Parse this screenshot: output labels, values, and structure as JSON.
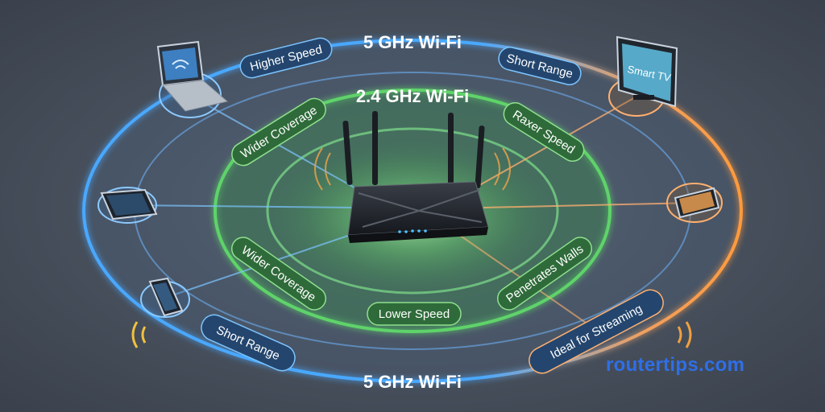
{
  "rings": {
    "outer_top_label": "5 GHz Wi-Fi",
    "inner_top_label": "2.4 GHz Wi-Fi",
    "outer_bottom_label": "5 GHz Wi-Fi"
  },
  "badges": {
    "higher_speed": "Higher Speed",
    "short_range_top": "Short Range",
    "wider_coverage_top": "Wider Coverage",
    "raxer_speed": "Raxer Speed",
    "wider_coverage_bottom": "Wider Coverage",
    "lower_speed": "Lower Speed",
    "penetrates_walls": "Penetrates Walls",
    "short_range_bottom": "Short Range",
    "ideal_streaming": "Ideal for Streaming"
  },
  "devices": {
    "tv_label": "Smart TV"
  },
  "watermark": "routertips.com",
  "colors": {
    "outer_ring": "#4aa8ff",
    "inner_ring": "#5fd36a",
    "orange_glow": "#ff9a3c",
    "badge_blue": "#24466e",
    "badge_green": "#2f6b3a",
    "watermark": "#2f6fe6"
  }
}
